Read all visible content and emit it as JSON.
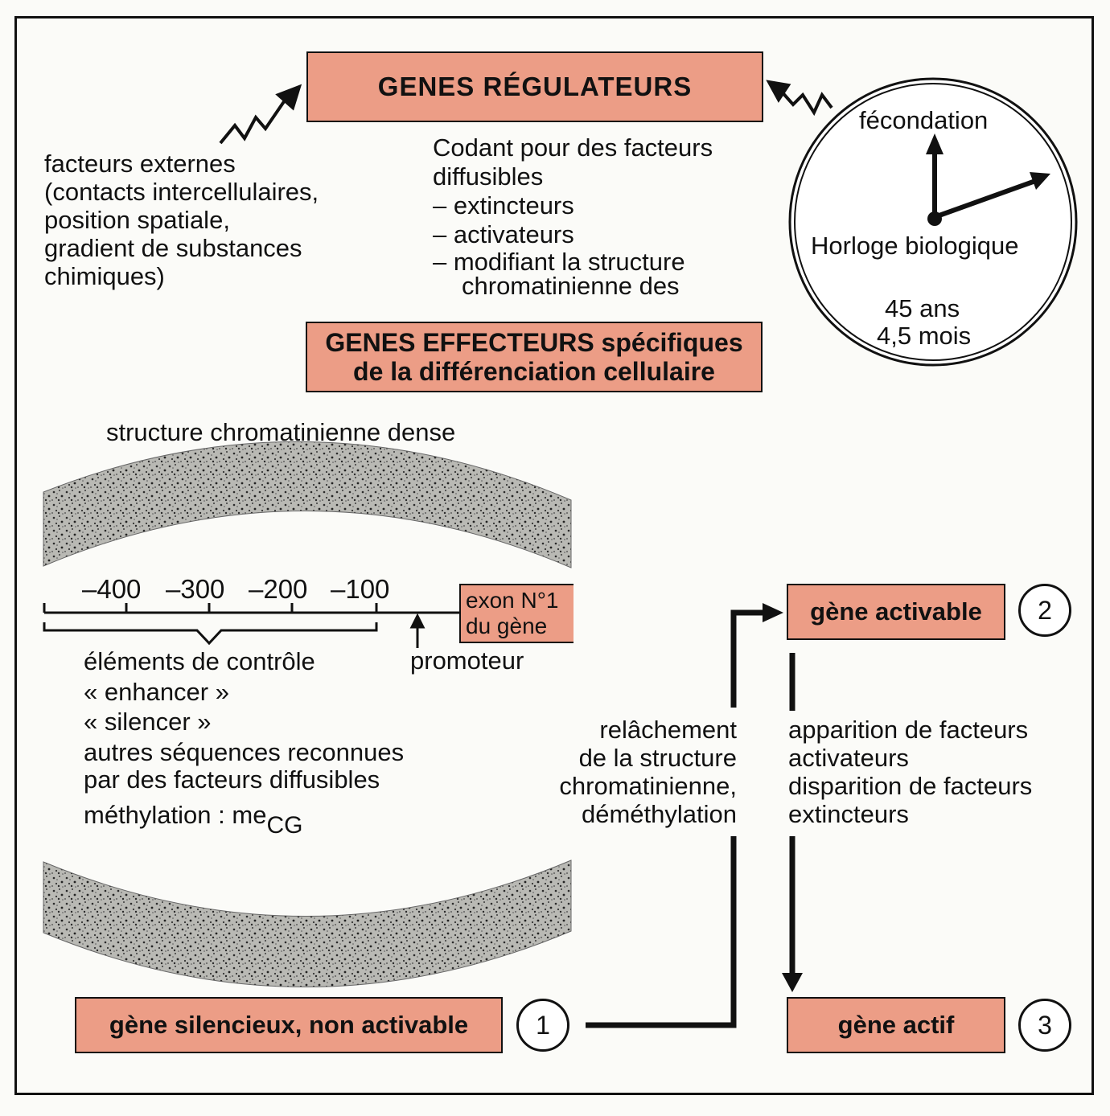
{
  "regulators": {
    "title": "GENES RÉGULATEURS",
    "external_factors": [
      "facteurs externes",
      "(contacts intercellulaires,",
      "position spatiale,",
      "gradient de substances",
      "chimiques)"
    ],
    "coding_lines": [
      "Codant pour des facteurs",
      "diffusibles"
    ],
    "coding_items": [
      "– extincteurs",
      "– activateurs",
      "– modifiant la structure",
      "chromatinienne des"
    ]
  },
  "clock": {
    "top_label": "fécondation",
    "center_label": "Horloge biologique",
    "bottom_line1": "45 ans",
    "bottom_line2": "4,5 mois"
  },
  "effectors": {
    "line1": "GENES EFFECTEURS spécifiques",
    "line2": "de la différenciation cellulaire"
  },
  "chromatin": {
    "dense_label": "structure chromatinienne dense",
    "ticks": [
      "–400",
      "–300",
      "–200",
      "–100"
    ],
    "exon_line1": "exon N°1",
    "exon_line2": "du gène",
    "promoter": "promoteur",
    "control_lines": [
      "éléments de contrôle",
      "« enhancer »",
      "« silencer »",
      "autres séquences reconnues",
      "par des facteurs diffusibles"
    ],
    "methylation_prefix": "méthylation : me",
    "methylation_sub": "CG"
  },
  "states": {
    "silent": "gène silencieux, non activable",
    "silent_num": "1",
    "activable": "gène activable",
    "activable_num": "2",
    "active": "gène actif",
    "active_num": "3"
  },
  "transitions": {
    "relaxation": [
      "relâchement",
      "de la structure",
      "chromatinienne,",
      "déméthylation"
    ],
    "factors": [
      "apparition de facteurs",
      "activateurs",
      "disparition de facteurs",
      "extincteurs"
    ]
  },
  "colors": {
    "box_fill": "#ec9d86",
    "ink": "#111111",
    "chromatin_fill": "#b9b9b4"
  }
}
